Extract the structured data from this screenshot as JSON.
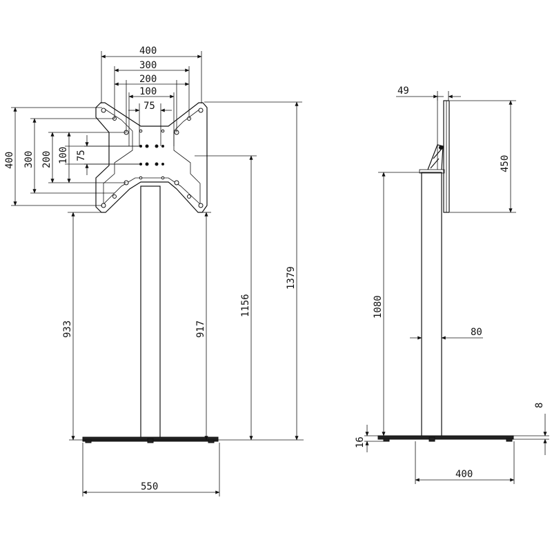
{
  "front_view": {
    "vesa_width_400": "400",
    "vesa_width_300": "300",
    "vesa_width_200": "200",
    "vesa_width_100": "100",
    "vesa_width_75": "75",
    "vesa_height_400": "400",
    "vesa_height_300": "300",
    "vesa_height_200": "200",
    "vesa_height_100": "100",
    "vesa_height_75": "75",
    "min_height_left": "933",
    "min_height_right": "917",
    "center_height": "1156",
    "max_height": "1379",
    "base_width": "550"
  },
  "side_view": {
    "depth_offset": "49",
    "plate_height": "450",
    "pole_height": "1080",
    "pole_width": "80",
    "base_thickness": "8",
    "foot_height": "16",
    "base_depth": "400"
  }
}
